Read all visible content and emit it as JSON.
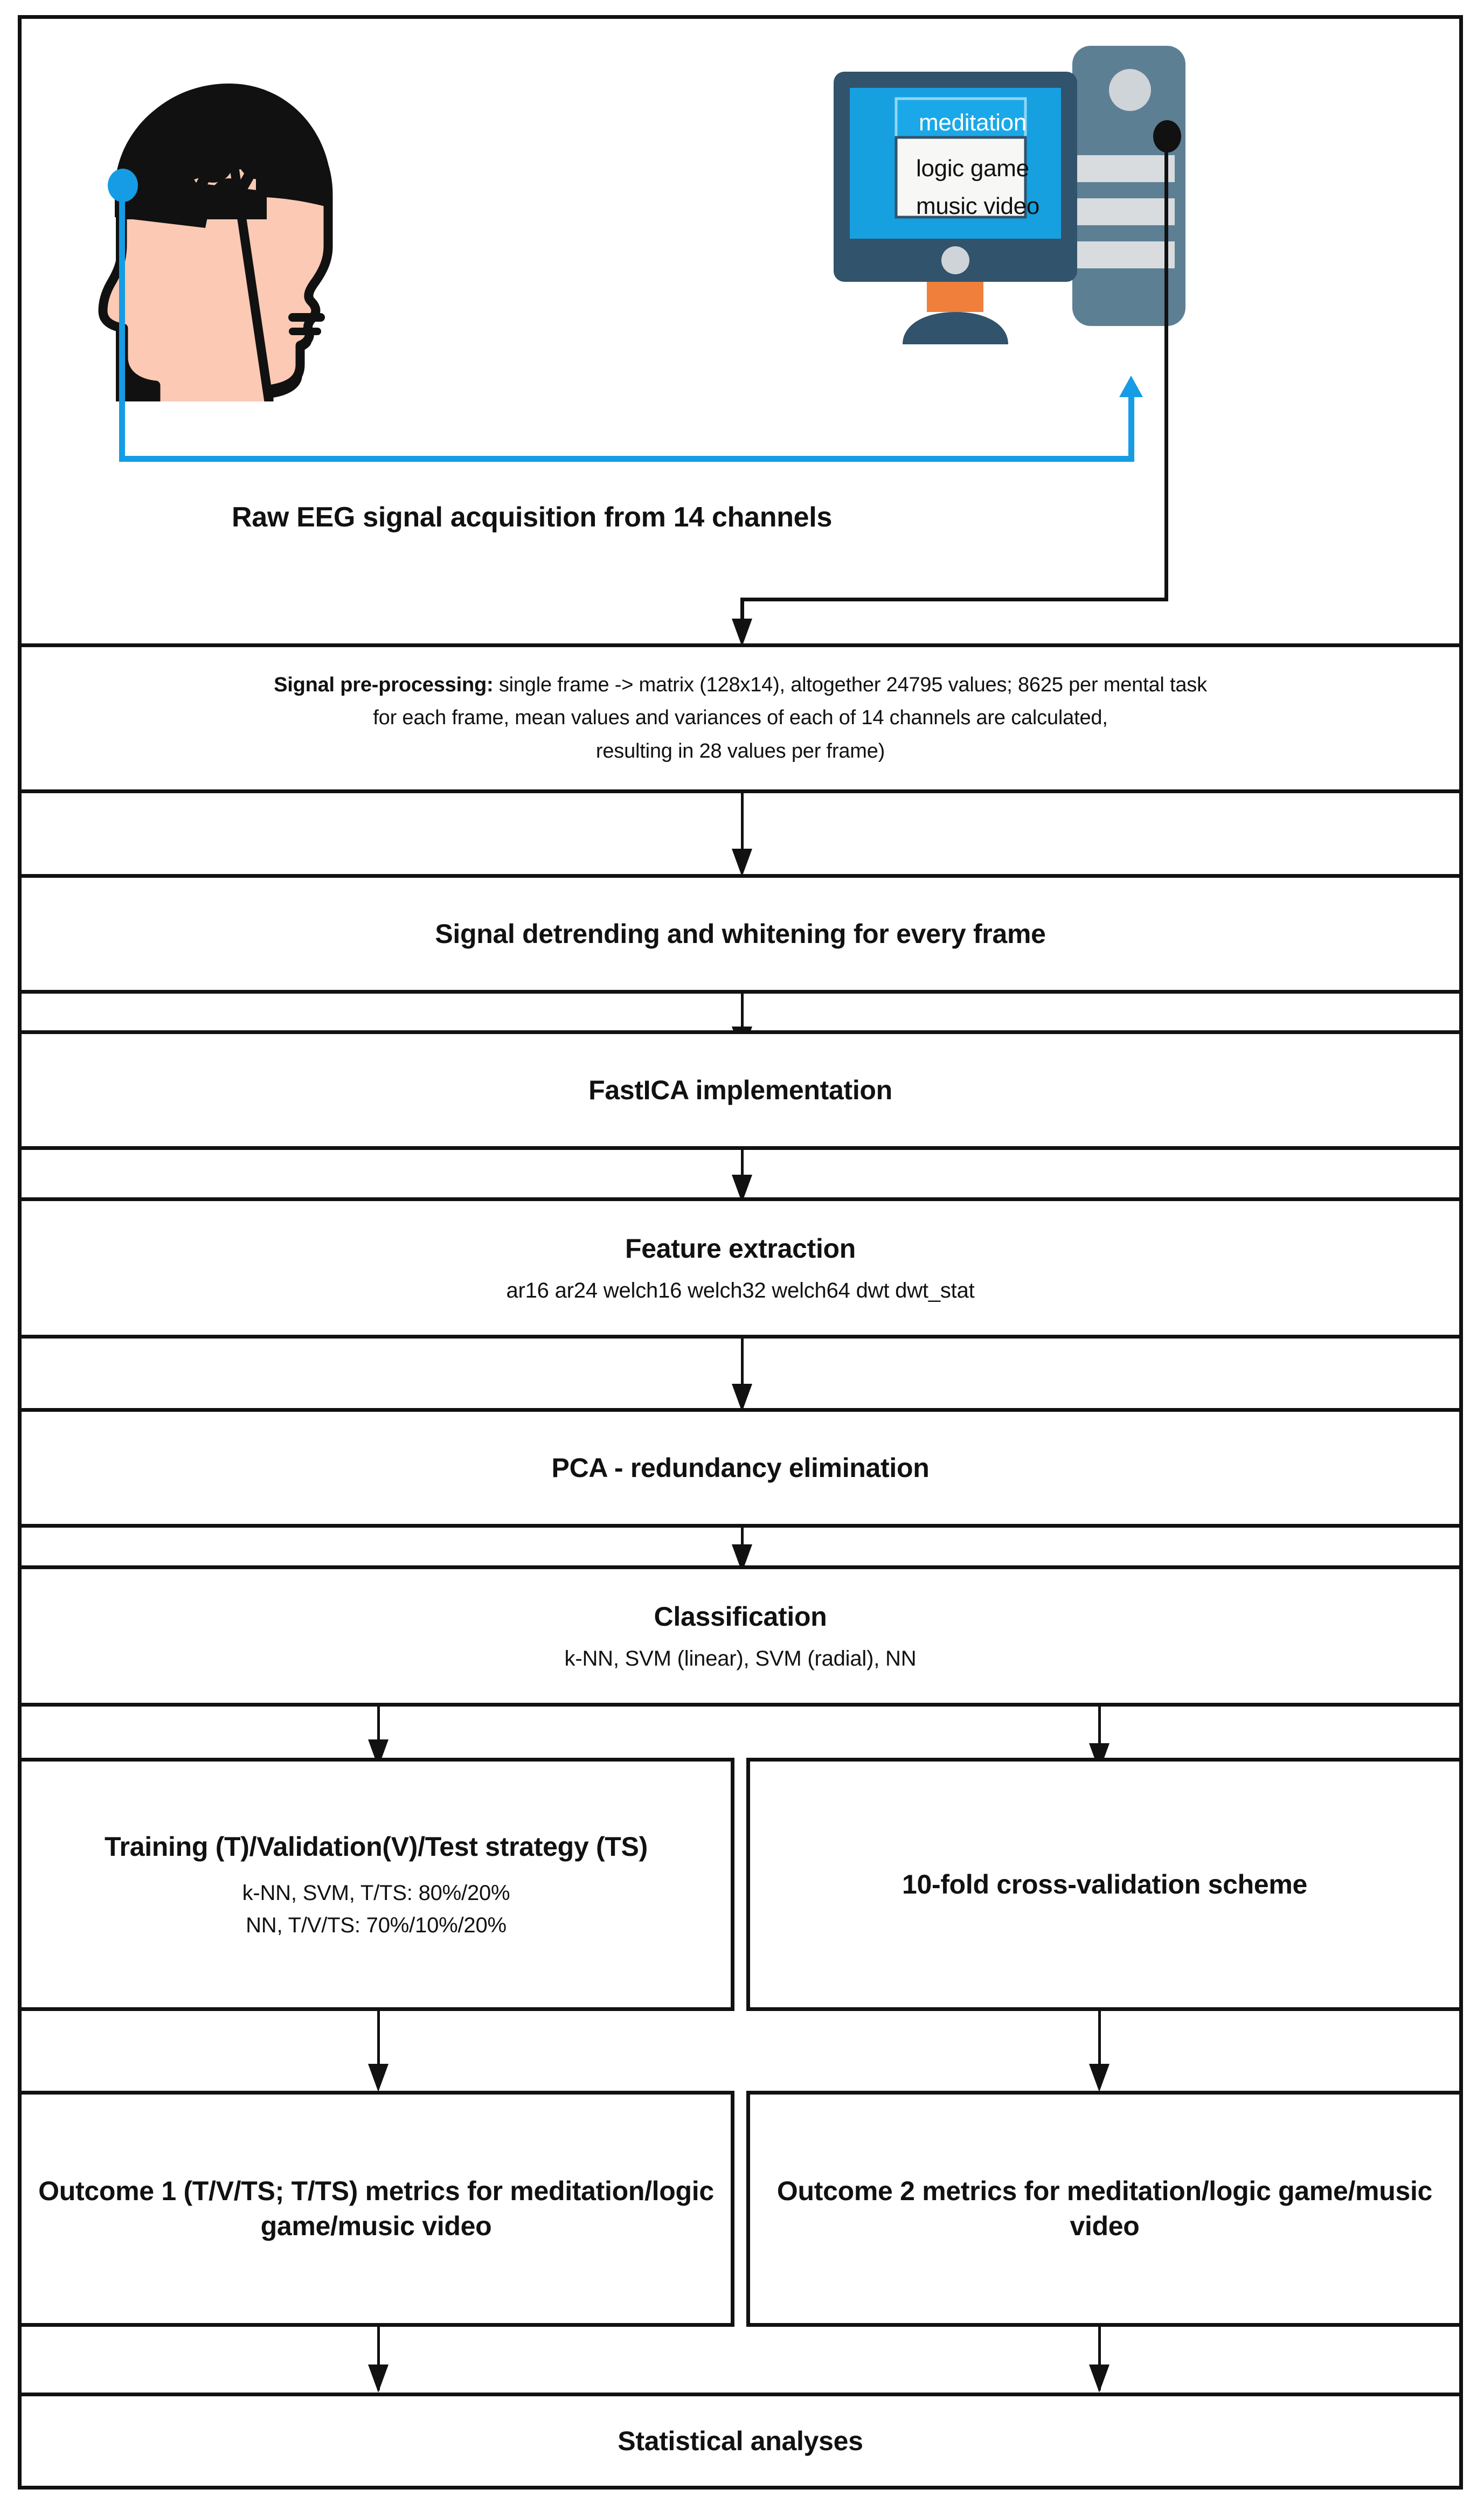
{
  "diagram": {
    "title": "EEG mental-task classification pipeline",
    "acquisition_caption": "Raw EEG signal acquisition from 14 channels",
    "screen": {
      "highlighted_item": "meditation",
      "items": [
        "logic game",
        "music video"
      ]
    },
    "colors": {
      "cable_blue": "#159ce4",
      "screen_blue": "#16a0e0",
      "monitor_dark": "#31536b",
      "tower_grey": "#5d7f94",
      "stand_orange": "#f07f3c",
      "skin": "#fbc9b4",
      "outline_black": "#111111"
    },
    "steps": [
      {
        "id": "preprocessing",
        "lines": [
          "Signal pre-processing: single frame -> matrix (128x14), altogether 24795 values; 8625 per mental task",
          "for each frame, mean values and variances of each of 14 channels are calculated,",
          "resulting in  28 values per frame)"
        ],
        "bold_lead": "Signal pre-processing:"
      },
      {
        "id": "detrending",
        "title": "Signal detrending and whitening for every frame",
        "sub": ""
      },
      {
        "id": "fastica",
        "title": "FastICA implementation",
        "sub": ""
      },
      {
        "id": "feature-extraction",
        "title": "Feature extraction",
        "sub": "ar16  ar24  welch16 welch32 welch64 dwt dwt_stat"
      },
      {
        "id": "pca",
        "title": "PCA - redundancy elimination",
        "sub": ""
      },
      {
        "id": "classification",
        "title": "Classification",
        "sub": "k-NN, SVM (linear), SVM (radial), NN"
      }
    ],
    "branch_left": {
      "strategy": {
        "title": "Training (T)/Validation(V)/Test strategy (TS)",
        "sub_line1": "k-NN, SVM, T/TS:  80%/20%",
        "sub_line2": "NN, T/V/TS: 70%/10%/20%"
      },
      "outcome": {
        "title": "Outcome 1 (T/V/TS; T/TS) metrics for meditation/logic game/music video"
      }
    },
    "branch_right": {
      "scheme": {
        "title": "10-fold cross-validation scheme"
      },
      "outcome": {
        "title": "Outcome 2 metrics for meditation/logic game/music video"
      }
    },
    "final": {
      "title": "Statistical analyses"
    }
  }
}
